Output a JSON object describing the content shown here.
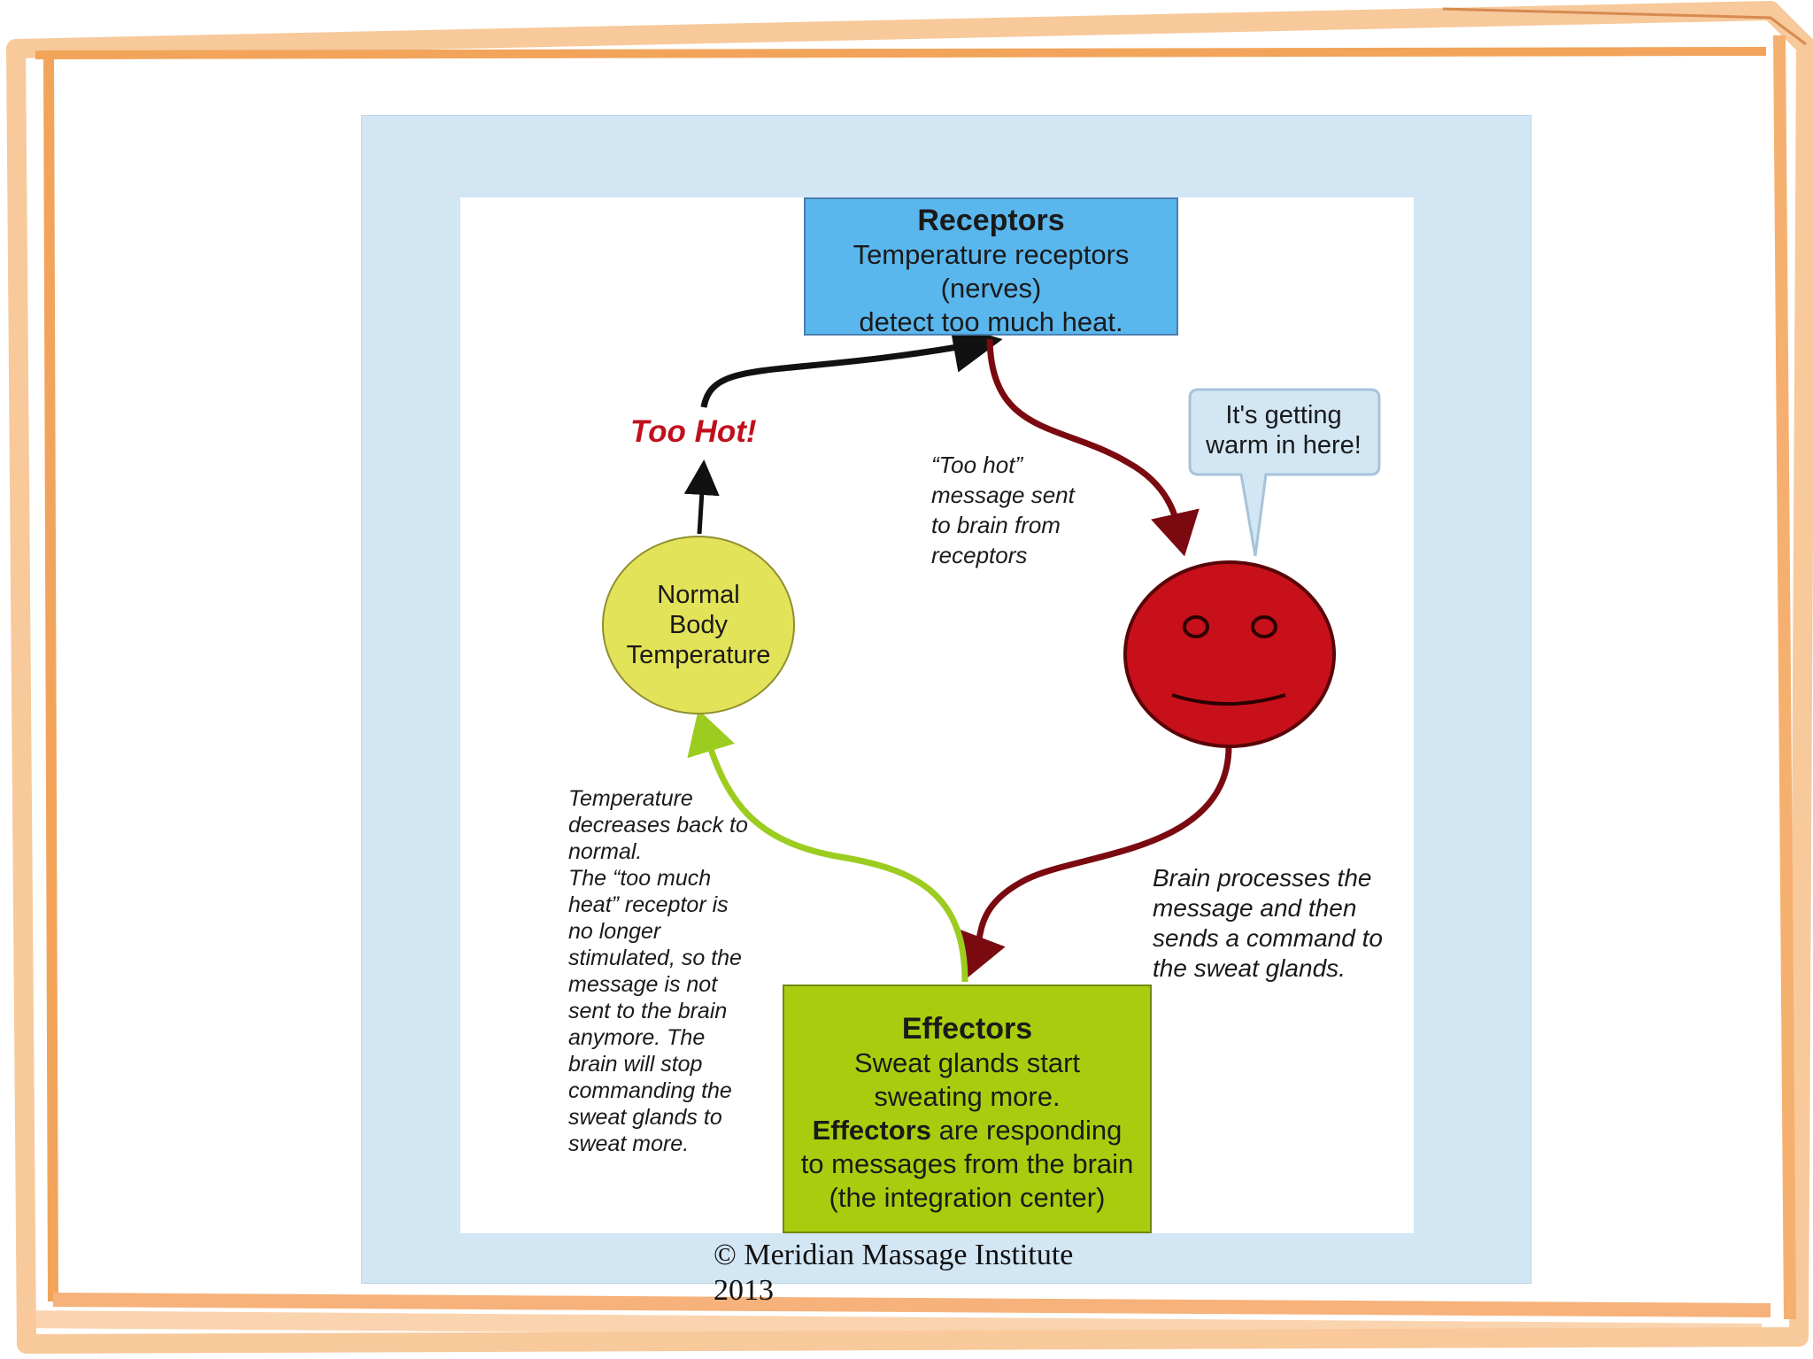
{
  "receptors": {
    "title": "Receptors",
    "line1": "Temperature receptors",
    "line2": "(nerves)",
    "line3": "detect too much heat."
  },
  "effectors": {
    "title": "Effectors",
    "line1": "Sweat glands start",
    "line2": "sweating more.",
    "line3_bold": "Effectors",
    "line3_rest": " are responding",
    "line4": "to messages from the brain",
    "line5": "(the integration center)"
  },
  "normal_body": {
    "line1": "Normal",
    "line2": "Body",
    "line3": "Temperature"
  },
  "too_hot": "Too Hot!",
  "speech_bubble": {
    "line1": "It's getting",
    "line2": "warm in here!"
  },
  "message_note": [
    "“Too hot”",
    "message sent",
    "to brain from",
    "receptors"
  ],
  "brain_note": [
    "Brain processes the",
    "message and then",
    "sends a command to",
    "the sweat glands."
  ],
  "temperature_note": [
    "Temperature",
    "decreases back to",
    "normal.",
    "The “too much",
    "heat” receptor is",
    "no longer",
    "stimulated, so the",
    "message is not",
    "sent to the brain",
    "anymore. The",
    "brain will stop",
    "commanding the",
    "sweat glands to",
    "sweat more."
  ],
  "copyright": [
    "© Meridian Massage Institute",
    "2013"
  ],
  "colors": {
    "panel": "#d2e6f4",
    "receptors": "#5ab7ee",
    "effectors": "#aacc0e",
    "normal_body": "#e3e35a",
    "face": "#c8101a",
    "dark_red_arrow": "#7a0a10",
    "green_arrow": "#9ccc20",
    "frame": "#f4a860"
  }
}
